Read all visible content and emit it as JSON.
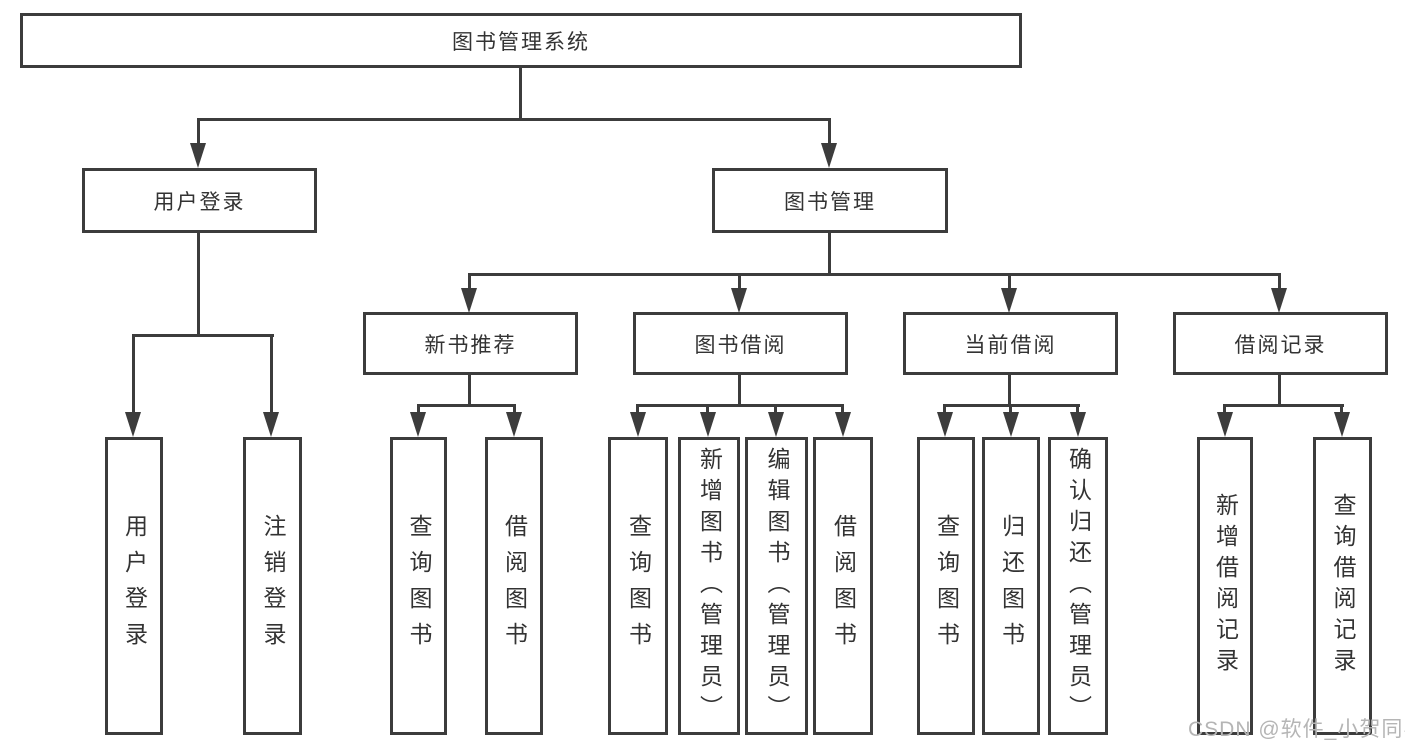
{
  "tree": {
    "root": {
      "label": "图书管理系统",
      "children": [
        {
          "label": "用户登录",
          "children": [
            {
              "label": "用户登录"
            },
            {
              "label": "注销登录"
            }
          ]
        },
        {
          "label": "图书管理",
          "children": [
            {
              "label": "新书推荐",
              "children": [
                {
                  "label": "查询图书"
                },
                {
                  "label": "借阅图书"
                }
              ]
            },
            {
              "label": "图书借阅",
              "children": [
                {
                  "label": "查询图书"
                },
                {
                  "label": "新增图书（管理员）"
                },
                {
                  "label": "编辑图书（管理员）"
                },
                {
                  "label": "借阅图书"
                }
              ]
            },
            {
              "label": "当前借阅",
              "children": [
                {
                  "label": "查询图书"
                },
                {
                  "label": "归还图书"
                },
                {
                  "label": "确认归还（管理员）"
                }
              ]
            },
            {
              "label": "借阅记录",
              "children": [
                {
                  "label": "新增借阅记录"
                },
                {
                  "label": "查询借阅记录"
                }
              ]
            }
          ]
        }
      ]
    }
  },
  "watermark": "CSDN @软件_小贺同学",
  "colors": {
    "line": "#3c3c3c",
    "text": "#333333",
    "watermark": "#b5b5b5",
    "background": "#ffffff"
  }
}
